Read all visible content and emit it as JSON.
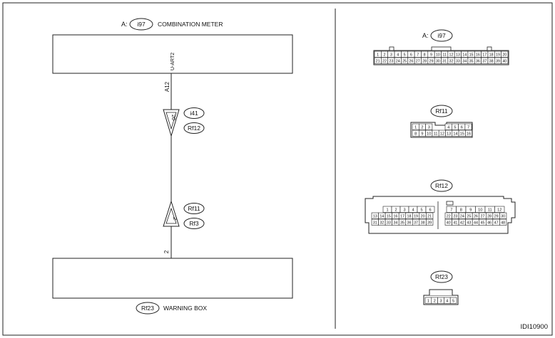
{
  "wiring": {
    "top_block": {
      "connector_prefix": "A:",
      "connector_id": "i97",
      "name": "COMBINATION METER",
      "signal": "U-ART2"
    },
    "bottom_block": {
      "connector_id": "Rf23",
      "name": "WARNING BOX"
    },
    "wire_top_pin": "A12",
    "wire_bottom_pin": "2",
    "upper_joint": {
      "pin": "20",
      "connectors": [
        "i41",
        "Rf12"
      ]
    },
    "lower_joint": {
      "pin": "2",
      "connectors": [
        "Rf11",
        "Rf3"
      ]
    }
  },
  "connectors": {
    "i97": {
      "label_prefix": "A:",
      "label": "i97",
      "row1": [
        "1",
        "2",
        "3",
        "4",
        "5",
        "6",
        "7",
        "8",
        "9",
        "10",
        "11",
        "12",
        "13",
        "14",
        "15",
        "16",
        "17",
        "18",
        "19",
        "20"
      ],
      "row2": [
        "21",
        "22",
        "23",
        "24",
        "25",
        "26",
        "27",
        "28",
        "29",
        "30",
        "31",
        "32",
        "33",
        "34",
        "35",
        "36",
        "37",
        "38",
        "39",
        "40"
      ]
    },
    "rf11": {
      "label": "Rf11",
      "row1_left": [
        "1",
        "2",
        "3"
      ],
      "row1_right": [
        "4",
        "5",
        "6",
        "7"
      ],
      "row2": [
        "8",
        "9",
        "10",
        "11",
        "12",
        "13",
        "14",
        "15",
        "16"
      ]
    },
    "rf12": {
      "label": "Rf12",
      "left_row1": [
        "1",
        "2",
        "3",
        "4",
        "5",
        "6"
      ],
      "left_row2": [
        "13",
        "14",
        "15",
        "16",
        "17",
        "18",
        "19",
        "20",
        "21"
      ],
      "left_row3": [
        "31",
        "32",
        "33",
        "34",
        "35",
        "36",
        "37",
        "38",
        "39"
      ],
      "right_row1": [
        "7",
        "8",
        "9",
        "10",
        "11",
        "12"
      ],
      "right_row2": [
        "22",
        "23",
        "24",
        "25",
        "26",
        "27",
        "28",
        "29",
        "30"
      ],
      "right_row3": [
        "40",
        "41",
        "42",
        "43",
        "44",
        "45",
        "46",
        "47",
        "48"
      ]
    },
    "rf23": {
      "label": "Rf23",
      "pins": [
        "1",
        "2",
        "3",
        "4",
        "5"
      ]
    }
  },
  "figure_id": "IDI10900"
}
